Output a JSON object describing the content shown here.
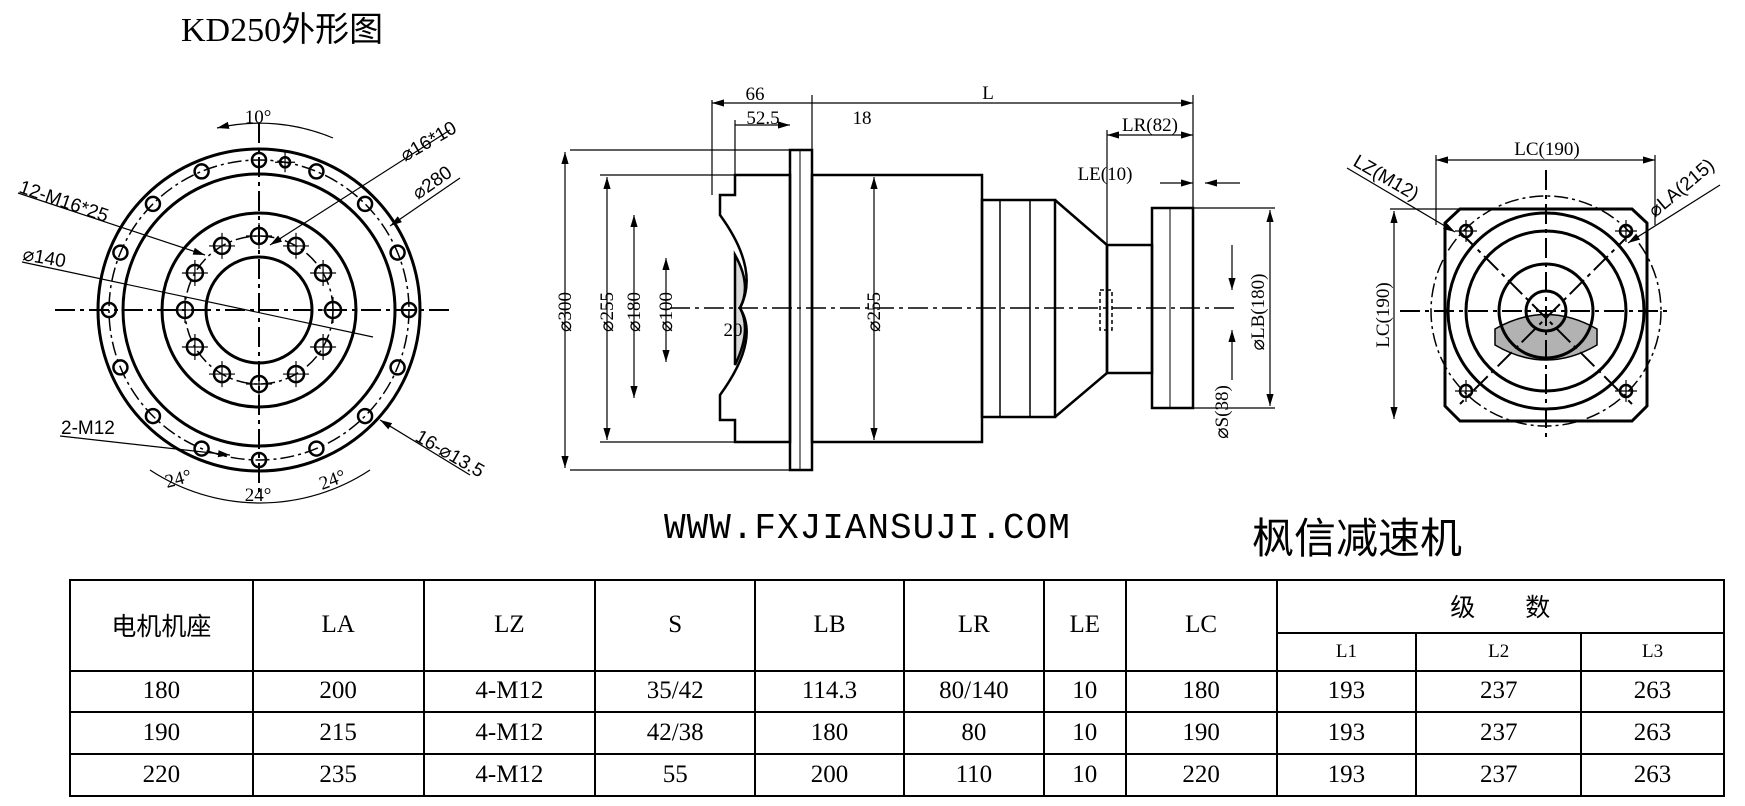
{
  "title": "KD250外形图",
  "website": "WWW.FXJIANSUJI.COM",
  "brand": "枫信减速机",
  "drawing": {
    "front_view": {
      "angle_top": "10°",
      "hole_label": "⌀16*10",
      "outer_dia": "⌀280",
      "thread_label": "12-M16*25",
      "inner_dia": "⌀140",
      "thread2_label": "2-M12",
      "holes_label": "16-⌀13.5",
      "angle_left": "24°",
      "angle_mid": "24°",
      "angle_right": "24°"
    },
    "side_view": {
      "dim_66": "66",
      "dim_52_5": "52.5",
      "dim_18": "18",
      "dim_L": "L",
      "dim_LR": "LR(82)",
      "dim_LE": "LE(10)",
      "dia_300": "⌀300",
      "dia_255_left": "⌀255",
      "dia_180": "⌀180",
      "dia_100": "⌀100",
      "dim_20": "20",
      "dia_255_body": "⌀255",
      "dia_LB": "⌀LB(180)",
      "dia_S": "⌀S(38)"
    },
    "motor_view": {
      "lc_top": "LC(190)",
      "lz": "LZ(M12)",
      "la": "⌀LA(215)",
      "lc_side": "LC(190)"
    }
  },
  "table": {
    "headers": [
      "电机机座",
      "LA",
      "LZ",
      "S",
      "LB",
      "LR",
      "LE",
      "LC"
    ],
    "stage_header": "级　　数",
    "stage_sub": [
      "L1",
      "L2",
      "L3"
    ],
    "rows": [
      [
        "180",
        "200",
        "4-M12",
        "35/42",
        "114.3",
        "80/140",
        "10",
        "180",
        "193",
        "237",
        "263"
      ],
      [
        "190",
        "215",
        "4-M12",
        "42/38",
        "180",
        "80",
        "10",
        "190",
        "193",
        "237",
        "263"
      ],
      [
        "220",
        "235",
        "4-M12",
        "55",
        "200",
        "110",
        "10",
        "220",
        "193",
        "237",
        "263"
      ]
    ]
  }
}
